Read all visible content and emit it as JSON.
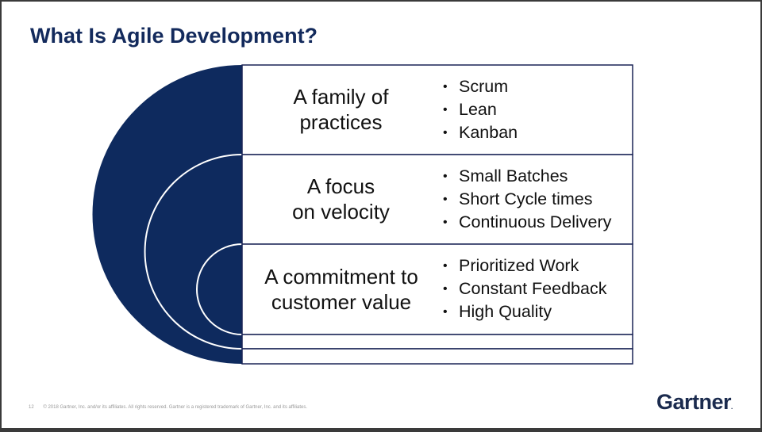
{
  "slide": {
    "title": "What Is Agile Development?",
    "rows": [
      {
        "label_line1": "A family of",
        "label_line2": "practices",
        "bullets": [
          "Scrum",
          "Lean",
          "Kanban"
        ]
      },
      {
        "label_line1": "A focus",
        "label_line2": "on velocity",
        "bullets": [
          "Small Batches",
          "Short Cycle times",
          "Continuous Delivery"
        ]
      },
      {
        "label_line1": "A commitment to",
        "label_line2": "customer value",
        "bullets": [
          "Prioritized Work",
          "Constant Feedback",
          "High Quality"
        ]
      }
    ],
    "footer": {
      "page_number": "12",
      "copyright": "© 2018 Gartner, Inc. and/or its affiliates. All rights reserved. Gartner is a registered trademark of Gartner, Inc. and its affiliates."
    },
    "logo": {
      "text": "Gartner",
      "dot": "."
    },
    "colors": {
      "navy": "#0e2a5e",
      "title": "#132a5c",
      "border": "#1a2456"
    }
  }
}
